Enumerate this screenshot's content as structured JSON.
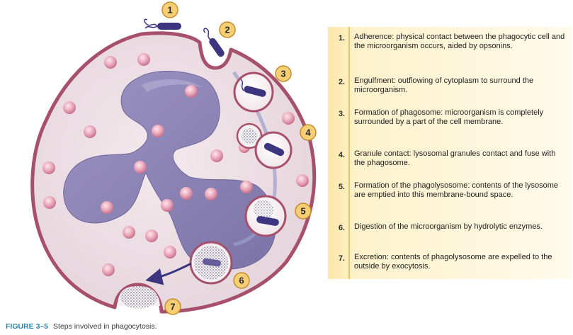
{
  "diagram": {
    "step_markers": [
      "1",
      "2",
      "3",
      "4",
      "5",
      "6",
      "7"
    ],
    "colors": {
      "cell_fill": "#ecdde3",
      "membrane": "#a7506c",
      "nucleus": "#8a82b3",
      "granule": "#e8a3b7",
      "bacterium": "#3d3580",
      "marker_fill": "#f6cf74",
      "panel_fill": "#fef3d2"
    }
  },
  "legend": {
    "steps": [
      {
        "num": "1.",
        "text": "Adherence: physical contact between the phagocytic cell and the microorganism occurs, aided by opsonins."
      },
      {
        "num": "2.",
        "text": "Engulfment: outflowing of cytoplasm to surround the microorganism."
      },
      {
        "num": "3.",
        "text": "Formation of phagosome: microorganism is completely surrounded by a part of the cell membrane."
      },
      {
        "num": "4.",
        "text": "Granule contact: lysosomal granules contact and fuse with the phagosome."
      },
      {
        "num": "5.",
        "text": "Formation of the phagolysosome: contents of the lysosome are emptied into this membrane-bound space."
      },
      {
        "num": "6.",
        "text": "Digestion of the microorganism by hydrolytic enzymes."
      },
      {
        "num": "7.",
        "text": "Excretion: contents of phagolysosome are expelled to the outside by exocytosis."
      }
    ]
  },
  "caption": {
    "label": "FIGURE 3–5",
    "text": "Steps involved in phagocytosis."
  }
}
